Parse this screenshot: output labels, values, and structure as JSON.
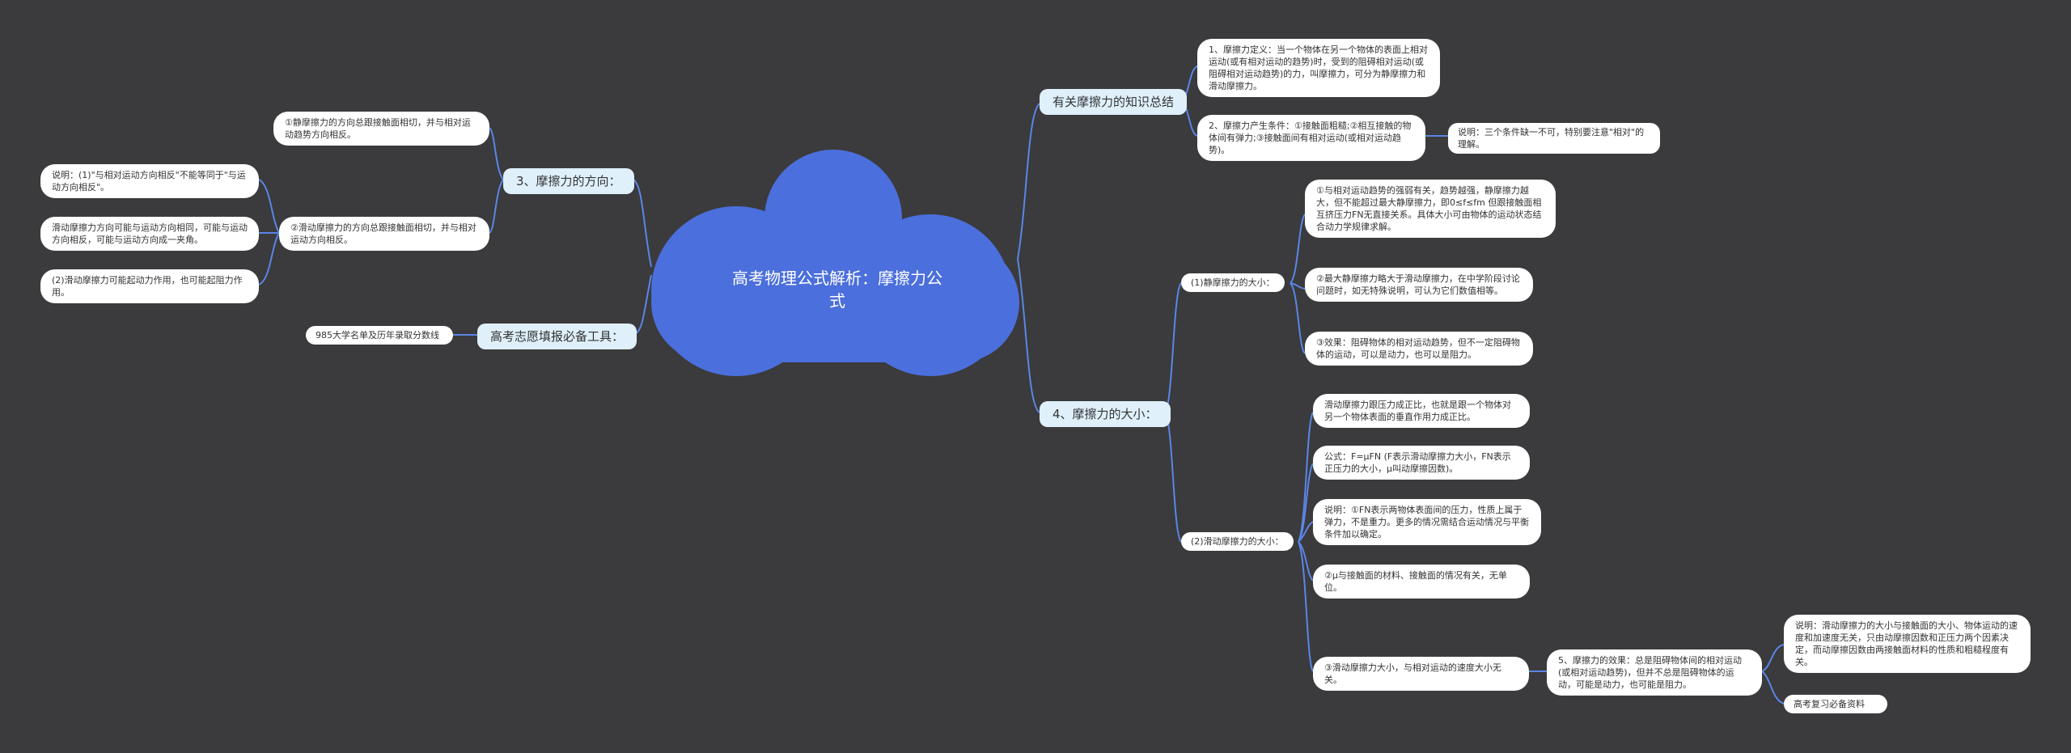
{
  "root": {
    "title": "高考物理公式解析：摩擦力公式"
  },
  "colors": {
    "background": "#3b3a3c",
    "cloud": "#4b6fdc",
    "edge": "#5a86e6",
    "topic": "#dff0fb",
    "node": "#ffffff"
  },
  "right": {
    "summary": {
      "label": "有关摩擦力的知识总结",
      "children": [
        "1、摩擦力定义：当一个物体在另一个物体的表面上相对运动(或有相对运动的趋势)时，受到的阻碍相对运动(或阻碍相对运动趋势)的力，叫摩擦力，可分为静摩擦力和滑动摩擦力。",
        "2、摩擦力产生条件：①接触面粗糙;②相互接触的物体间有弹力;③接触面间有相对运动(或相对运动趋势)。"
      ],
      "note": "说明：三个条件缺一不可，特别要注意\"相对\"的理解。"
    },
    "magnitude": {
      "label": "4、摩擦力的大小：",
      "static": {
        "label": "(1)静摩擦力的大小：",
        "items": [
          "①与相对运动趋势的强弱有关，趋势越强，静摩擦力越大，但不能超过最大静摩擦力，即0≤f≤fm 但跟接触面相互挤压力FN无直接关系。具体大小可由物体的运动状态结合动力学规律求解。",
          "②最大静摩擦力略大于滑动摩擦力，在中学阶段讨论问题时，如无特殊说明，可认为它们数值相等。",
          "③效果：阻碍物体的相对运动趋势，但不一定阻碍物体的运动，可以是动力，也可以是阻力。"
        ]
      },
      "sliding": {
        "label": "(2)滑动摩擦力的大小：",
        "items": [
          "滑动摩擦力跟压力成正比，也就是跟一个物体对另一个物体表面的垂直作用力成正比。",
          "公式：F=μFN (F表示滑动摩擦力大小，FN表示正压力的大小，μ叫动摩擦因数)。",
          "说明：①FN表示两物体表面间的压力，性质上属于弹力，不是重力。更多的情况需结合运动情况与平衡条件加以确定。",
          "②μ与接触面的材料、接触面的情况有关，无单位。",
          "③滑动摩擦力大小，与相对运动的速度大小无关。"
        ],
        "effect": "5、摩擦力的效果：总是阻碍物体间的相对运动(或相对运动趋势)，但并不总是阻碍物体的运动，可能是动力，也可能是阻力。",
        "effect_children": [
          "说明：滑动摩擦力的大小与接触面的大小、物体运动的速度和加速度无关，只由动摩擦因数和正压力两个因素决定，而动摩擦因数由两接触面材料的性质和粗糙程度有关。",
          "高考复习必备资料"
        ]
      }
    }
  },
  "left": {
    "direction": {
      "label": "3、摩擦力的方向：",
      "items": [
        "①静摩擦力的方向总跟接触面相切，并与相对运动趋势方向相反。",
        "②滑动摩擦力的方向总跟接触面相切，并与相对运动方向相反。"
      ],
      "sub": [
        "说明：(1)\"与相对运动方向相反\"不能等同于\"与运动方向相反\"。",
        "滑动摩擦力方向可能与运动方向相同，可能与运动方向相反，可能与运动方向成一夹角。",
        "(2)滑动摩擦力可能起动力作用，也可能起阻力作用。"
      ]
    },
    "tool": {
      "label": "高考志愿填报必备工具：",
      "item": "985大学名单及历年录取分数线"
    }
  }
}
